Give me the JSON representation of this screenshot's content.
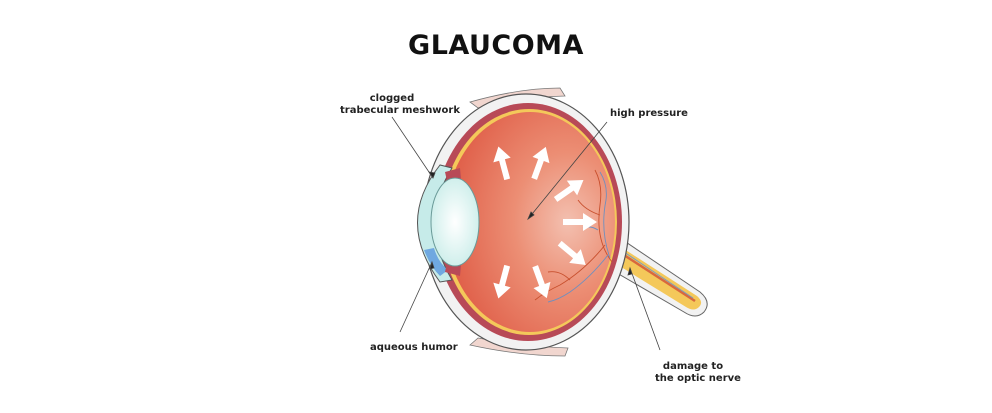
{
  "title": "GLAUCOMA",
  "labels": {
    "trabecular_line1": "clogged",
    "trabecular_line2": "trabecular meshwork",
    "high_pressure": "high pressure",
    "aqueous_humor": "aqueous humor",
    "optic_line1": "damage to",
    "optic_line2": "the optic nerve"
  },
  "colors": {
    "vitreous": "#e2694f",
    "vitreous_light": "#f0b3a0",
    "choroid": "#b84a57",
    "retina": "#f4c85a",
    "sclera": "#f2f2f2",
    "cornea": "#c6ebe9",
    "aqueous": "#6fa8e0",
    "arrow": "#ffffff"
  },
  "arrows": {
    "count": 7,
    "direction": "outward"
  }
}
